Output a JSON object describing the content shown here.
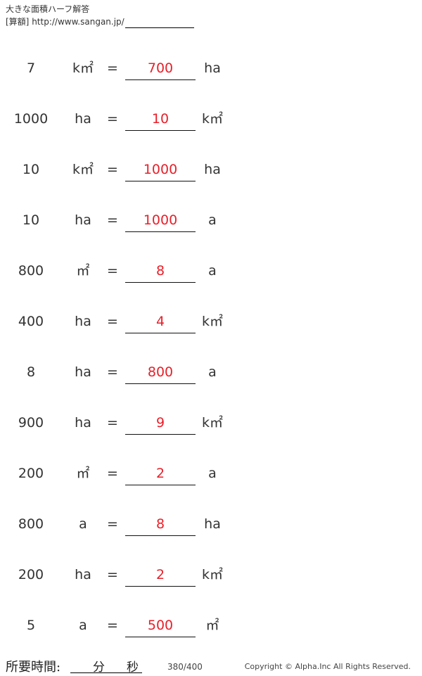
{
  "header": {
    "title": "大きな面積ハーフ解答",
    "tag": "[算額]",
    "url": "http://www.sangan.jp/"
  },
  "rows": [
    {
      "value": "7",
      "from_unit": "k㎡",
      "equals": "=",
      "answer": "700",
      "to_unit": "ha"
    },
    {
      "value": "1000",
      "from_unit": "ha",
      "equals": "=",
      "answer": "10",
      "to_unit": "k㎡"
    },
    {
      "value": "10",
      "from_unit": "k㎡",
      "equals": "=",
      "answer": "1000",
      "to_unit": "ha"
    },
    {
      "value": "10",
      "from_unit": "ha",
      "equals": "=",
      "answer": "1000",
      "to_unit": "a"
    },
    {
      "value": "800",
      "from_unit": "㎡",
      "equals": "=",
      "answer": "8",
      "to_unit": "a"
    },
    {
      "value": "400",
      "from_unit": "ha",
      "equals": "=",
      "answer": "4",
      "to_unit": "k㎡"
    },
    {
      "value": "8",
      "from_unit": "ha",
      "equals": "=",
      "answer": "800",
      "to_unit": "a"
    },
    {
      "value": "900",
      "from_unit": "ha",
      "equals": "=",
      "answer": "9",
      "to_unit": "k㎡"
    },
    {
      "value": "200",
      "from_unit": "㎡",
      "equals": "=",
      "answer": "2",
      "to_unit": "a"
    },
    {
      "value": "800",
      "from_unit": "a",
      "equals": "=",
      "answer": "8",
      "to_unit": "ha"
    },
    {
      "value": "200",
      "from_unit": "ha",
      "equals": "=",
      "answer": "2",
      "to_unit": "k㎡"
    },
    {
      "value": "5",
      "from_unit": "a",
      "equals": "=",
      "answer": "500",
      "to_unit": "㎡"
    }
  ],
  "footer": {
    "time_label": "所要時間:",
    "minutes_label": "分",
    "seconds_label": "秒",
    "page": "380/400",
    "copyright": "Copyright © Alpha.Inc All Rights Reserved."
  },
  "colors": {
    "answer": "#e8202a",
    "text": "#333333"
  }
}
